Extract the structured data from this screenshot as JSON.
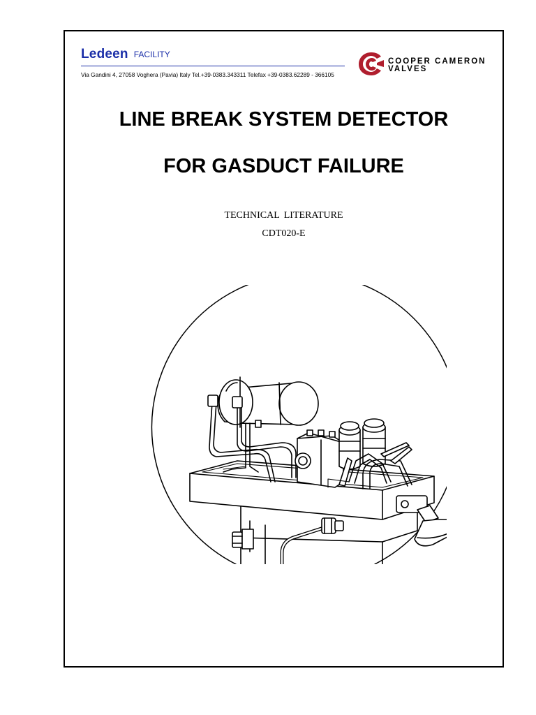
{
  "header": {
    "brand_name": "Ledeen",
    "brand_suffix": "FACILITY",
    "address": "Via Gandini 4, 27058 Voghera (Pavia) Italy Tel.+39-0383.343311 Telefax +39-0383.62289 - 366105",
    "partner_line1": "COOPER CAMERON",
    "partner_line2": "VALVES",
    "brand_color": "#1a2ea8",
    "logo_color": "#b01e2e"
  },
  "document": {
    "title_line1": "LINE BREAK SYSTEM DETECTOR",
    "title_line2": "FOR GASDUCT FAILURE",
    "category": "TECHNICAL  LITERATURE",
    "code": "CDT020-E"
  },
  "illustration": {
    "subject": "line-break-detector-device-drawing"
  }
}
